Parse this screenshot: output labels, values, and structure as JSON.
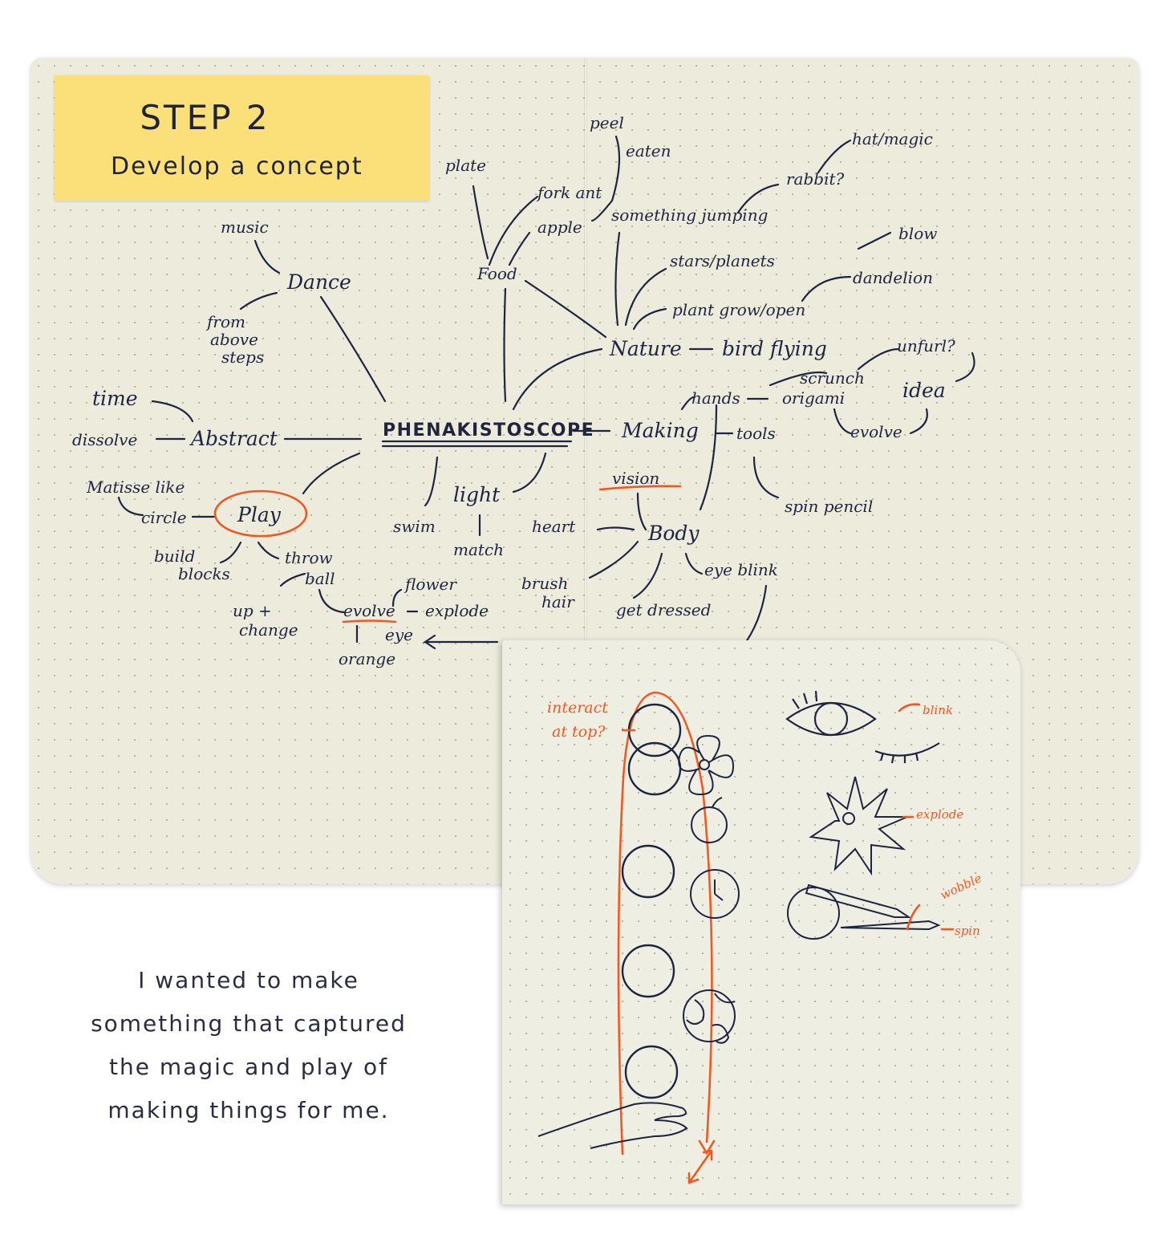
{
  "sticky_note": {
    "title": "STEP 2",
    "subtitle": "Develop a concept"
  },
  "mindmap": {
    "center": "PHENAKISTOSCOPE",
    "words": {
      "music": "music",
      "dance": "Dance",
      "from": "from",
      "above": "above",
      "steps": "steps",
      "time": "time",
      "dissolve": "dissolve",
      "abstract": "Abstract",
      "matisse": "Matisse like",
      "circle": "circle",
      "play": "Play",
      "build": "build",
      "blocks": "blocks",
      "throw": "throw",
      "ball": "ball",
      "upchange1": "up +",
      "upchange2": "change",
      "evolve_left": "evolve",
      "flower": "flower",
      "explode_left": "explode",
      "eye": "eye",
      "orange": "orange",
      "swim": "swim",
      "light": "light",
      "match": "match",
      "plate": "plate",
      "fork": "fork ant",
      "apple": "apple",
      "food": "Food",
      "peel": "peel",
      "eaten": "eaten",
      "something_jumping": "something jumping",
      "rabbit": "rabbit?",
      "hat": "hat/magic",
      "stars": "stars/planets",
      "plant": "plant grow/open",
      "blow": "blow",
      "dandelion": "dandelion",
      "nature": "Nature",
      "bird": "bird flying",
      "unfurl": "unfurl?",
      "scrunch": "scrunch",
      "hands": "hands",
      "origami": "origami",
      "idea": "idea",
      "evolve_right": "evolve",
      "making": "Making",
      "tools": "tools",
      "vision": "vision",
      "spin_pencil": "spin pencil",
      "heart": "heart",
      "body": "Body",
      "eye_blink": "eye blink",
      "brush1": "brush",
      "brush2": "hair",
      "dressed": "get dressed"
    }
  },
  "sketch_page": {
    "interact1": "interact",
    "interact2": "at top?",
    "blink": "blink",
    "explode": "explode",
    "wobble": "wobble",
    "spin": "spin"
  },
  "caption": {
    "line1": "I wanted to make",
    "line2": "something that captured",
    "line3": "the magic and play of",
    "line4": "making things for me."
  },
  "colors": {
    "ink": "#1f2440",
    "accent": "#ee5a23",
    "sticky": "#fbe07a",
    "paper": "#ecebdc"
  }
}
